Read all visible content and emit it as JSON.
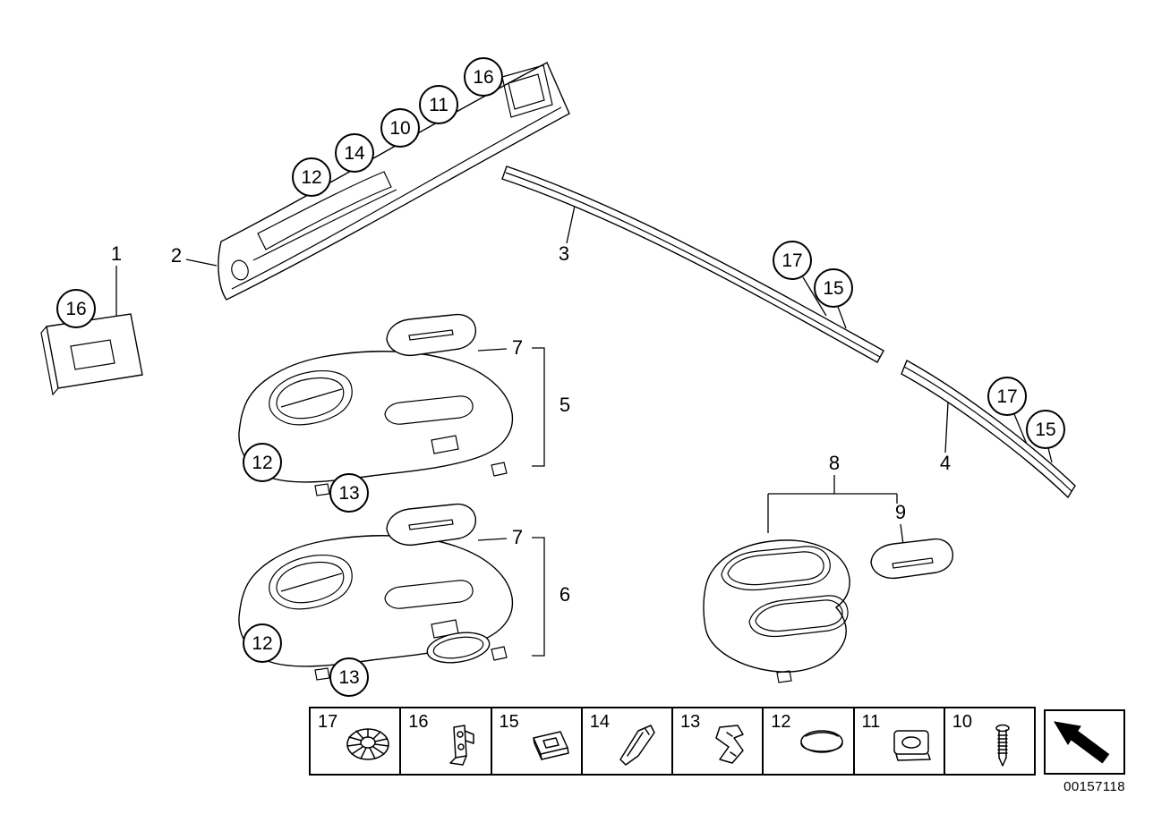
{
  "labels": {
    "p1": "1",
    "p2": "2",
    "p3": "3",
    "p4": "4",
    "p5": "5",
    "p6": "6",
    "p7_upper": "7",
    "p7_lower": "7",
    "p8": "8",
    "p9": "9"
  },
  "callouts": {
    "top_12": "12",
    "top_14": "14",
    "top_10": "10",
    "top_11": "11",
    "top_16": "16",
    "left_16": "16",
    "mid_17": "17",
    "mid_15": "15",
    "right_17": "17",
    "right_15": "15",
    "console_upper_12": "12",
    "console_upper_13": "13",
    "console_lower_12": "12",
    "console_lower_13": "13"
  },
  "legend": {
    "items": [
      {
        "number": "17",
        "icon": "grommet-nut-icon"
      },
      {
        "number": "16",
        "icon": "mounting-bracket-icon"
      },
      {
        "number": "15",
        "icon": "push-nut-icon"
      },
      {
        "number": "14",
        "icon": "spring-clip-icon"
      },
      {
        "number": "13",
        "icon": "retaining-clip-icon"
      },
      {
        "number": "12",
        "icon": "oval-cap-icon"
      },
      {
        "number": "11",
        "icon": "square-clip-nut-icon"
      },
      {
        "number": "10",
        "icon": "expansion-rivet-icon"
      }
    ]
  },
  "footer": {
    "doc_number": "00157118"
  },
  "colors": {
    "line": "#000000",
    "background": "#ffffff"
  }
}
